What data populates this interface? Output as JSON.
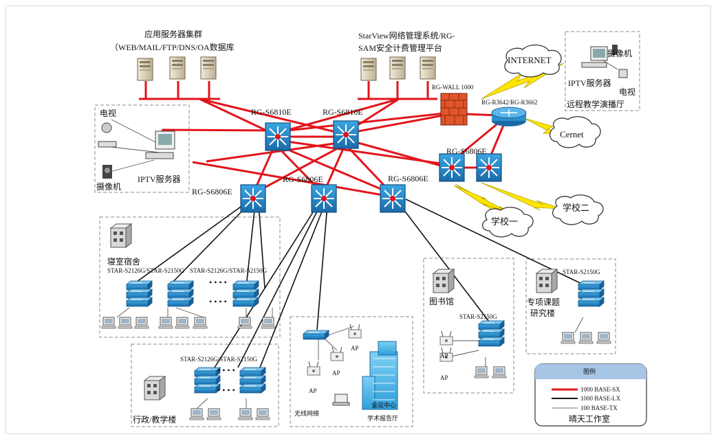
{
  "labels": {
    "server_cluster_line1": "应用服务器集群",
    "server_cluster_line2": "（WEB/MAIL/FTP/DNS/OA数据库",
    "mgmt_line1": "StarView网络管理系统/RG-",
    "mgmt_line2": "SAM安全计费管理平台",
    "firewall": "RG-WALL 1000",
    "router": "RG-R3642/RG-R3662",
    "internet": "INTERNET",
    "cernet": "Cernet",
    "core1": "RG-S6810E",
    "core2": "RG-S6810E",
    "agg_left": "RG-S6806E",
    "agg_mid": "RG-S6806E",
    "agg_right": "RG-S6806E",
    "agg_pair": "RG-S6806E",
    "tv": "电视",
    "iptv_server_left": "IPTV服务器",
    "camera_left": "摄像机",
    "camera_right": "摄像机",
    "iptv_server_right": "IPTV服务器",
    "tv_right": "电视",
    "remote_hall": "远程教学演播厅",
    "school1": "学校一",
    "school2": "学校二",
    "dorm": "寝室宿舍",
    "dorm_switches": "STAR-S2126G/STAR-S2150G",
    "dorm_switches2": "STAR-S2126G/STAR-S2150G",
    "admin_switches": "STAR-S2126G/STAR-S2150G",
    "admin": "行政/教学楼",
    "wireless": "无线网络",
    "ap": "AP",
    "conference_line1": "会议中心",
    "conference_line2": "学术报告厅",
    "library": "图书馆",
    "library_switch": "STAR-S2150G",
    "research_switch": "STAR-S2150G",
    "research_line1": "专项课题",
    "research_line2": "研究楼",
    "dots": "• • • •"
  },
  "legend": {
    "title": "图例",
    "items": [
      {
        "label": "1000 BASE-SX",
        "color": "#e2141b"
      },
      {
        "label": "1000 BASE-LX",
        "color": "#111111"
      },
      {
        "label": "100 BASE-TX",
        "color": "#777777"
      }
    ],
    "footer": "晴天工作室"
  },
  "colors": {
    "fiber_sx": "#e2141b",
    "fiber_lx": "#111111",
    "switch_blue": "#2b8fd0",
    "switch_dark": "#1a5f97"
  }
}
